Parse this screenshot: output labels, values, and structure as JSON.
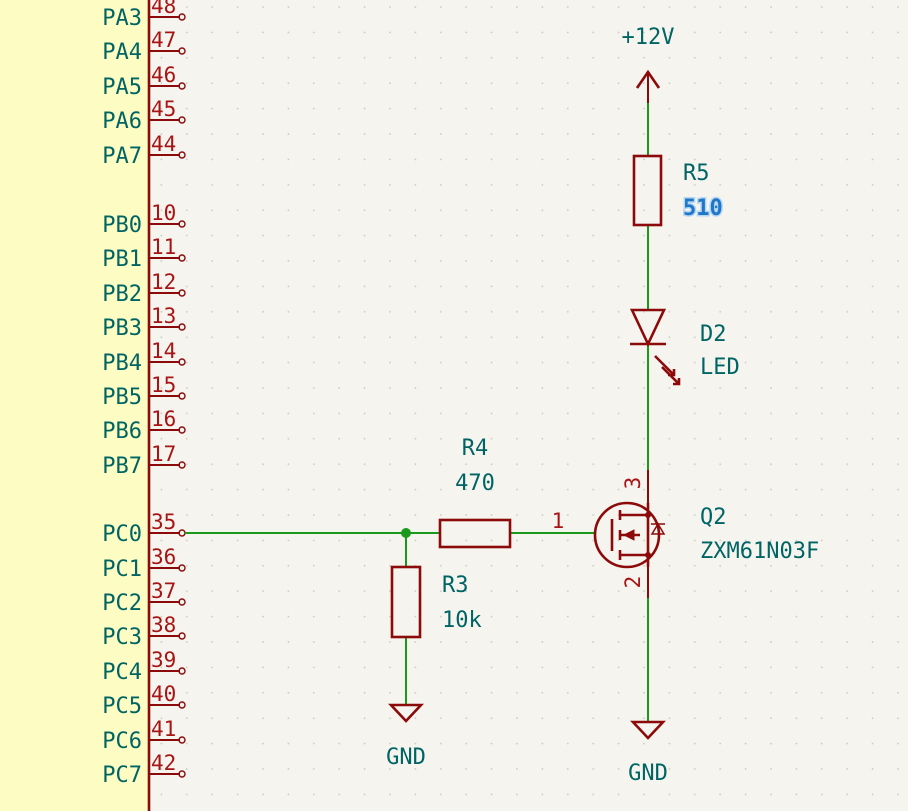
{
  "mcu": {
    "pins": [
      {
        "name": "PA3",
        "num": "48"
      },
      {
        "name": "PA4",
        "num": "47"
      },
      {
        "name": "PA5",
        "num": "46"
      },
      {
        "name": "PA6",
        "num": "45"
      },
      {
        "name": "PA7",
        "num": "44"
      },
      {
        "name": "PB0",
        "num": "10"
      },
      {
        "name": "PB1",
        "num": "11"
      },
      {
        "name": "PB2",
        "num": "12"
      },
      {
        "name": "PB3",
        "num": "13"
      },
      {
        "name": "PB4",
        "num": "14"
      },
      {
        "name": "PB5",
        "num": "15"
      },
      {
        "name": "PB6",
        "num": "16"
      },
      {
        "name": "PB7",
        "num": "17"
      },
      {
        "name": "PC0",
        "num": "35"
      },
      {
        "name": "PC1",
        "num": "36"
      },
      {
        "name": "PC2",
        "num": "37"
      },
      {
        "name": "PC3",
        "num": "38"
      },
      {
        "name": "PC4",
        "num": "39"
      },
      {
        "name": "PC5",
        "num": "40"
      },
      {
        "name": "PC6",
        "num": "41"
      },
      {
        "name": "PC7",
        "num": "42"
      }
    ]
  },
  "power": {
    "vcc": "+12V",
    "gnd_left": "GND",
    "gnd_right": "GND"
  },
  "r5": {
    "ref": "R5",
    "value": "510"
  },
  "d2": {
    "ref": "D2",
    "value": "LED"
  },
  "r4": {
    "ref": "R4",
    "value": "470"
  },
  "r3": {
    "ref": "R3",
    "value": "10k"
  },
  "q2": {
    "ref": "Q2",
    "value": "ZXM61N03F",
    "pin_gate": "1",
    "pin_drain": "3",
    "pin_source": "2"
  },
  "colors": {
    "wire": "#1a9a1a",
    "body": "#8c0a0a",
    "text": "#006464",
    "mcu_fill": "#fdfdc3",
    "background": "#f5f4ef"
  }
}
